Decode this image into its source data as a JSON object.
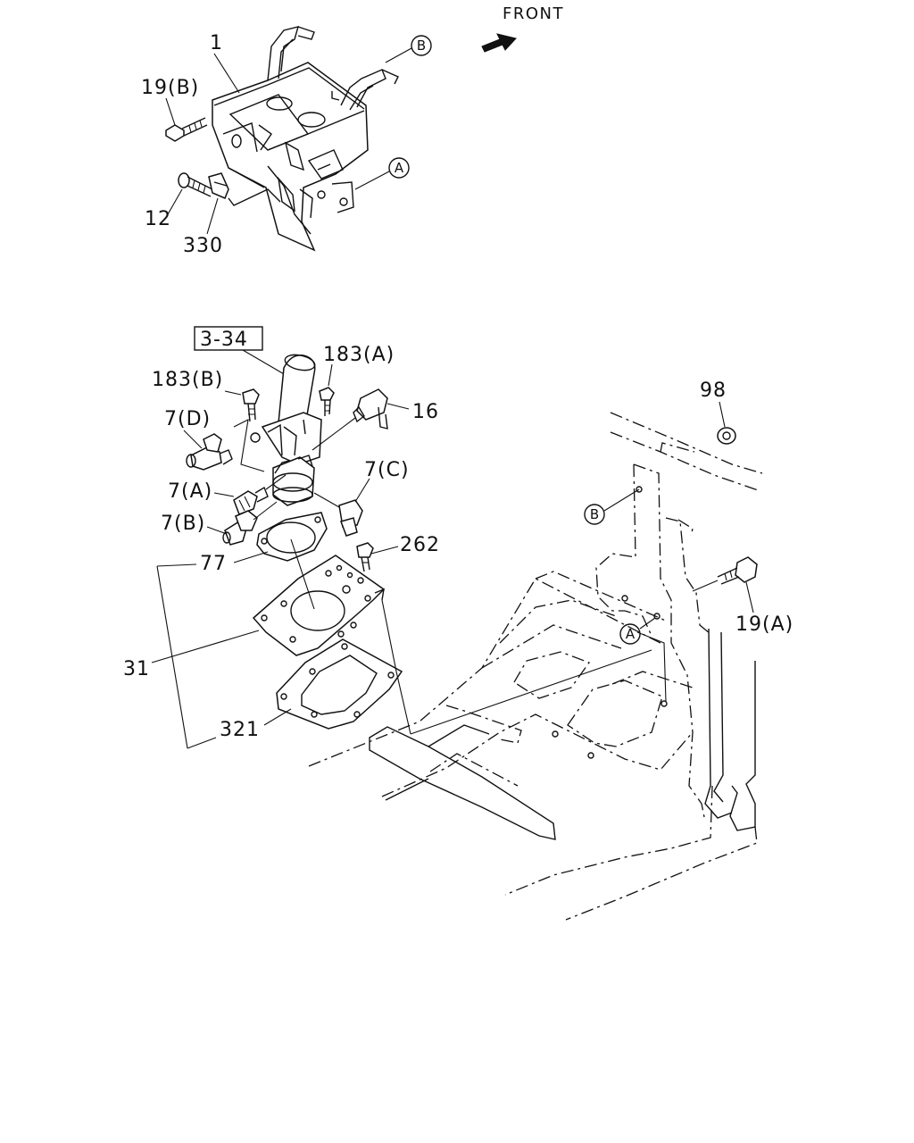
{
  "diagram": {
    "front_label": "FRONT",
    "ref_box": "3-34",
    "callouts": {
      "c1": "1",
      "c19b": "19(B)",
      "c12": "12",
      "c330": "330",
      "c183b": "183(B)",
      "c183a": "183(A)",
      "c16": "16",
      "c7d": "7(D)",
      "c7a": "7(A)",
      "c7b": "7(B)",
      "c7c": "7(C)",
      "c262": "262",
      "c77": "77",
      "c31": "31",
      "c321": "321",
      "c98": "98",
      "c19a": "19(A)"
    },
    "markers": {
      "a_top": "A",
      "b_top": "B",
      "a_body": "A",
      "b_body": "B"
    }
  }
}
